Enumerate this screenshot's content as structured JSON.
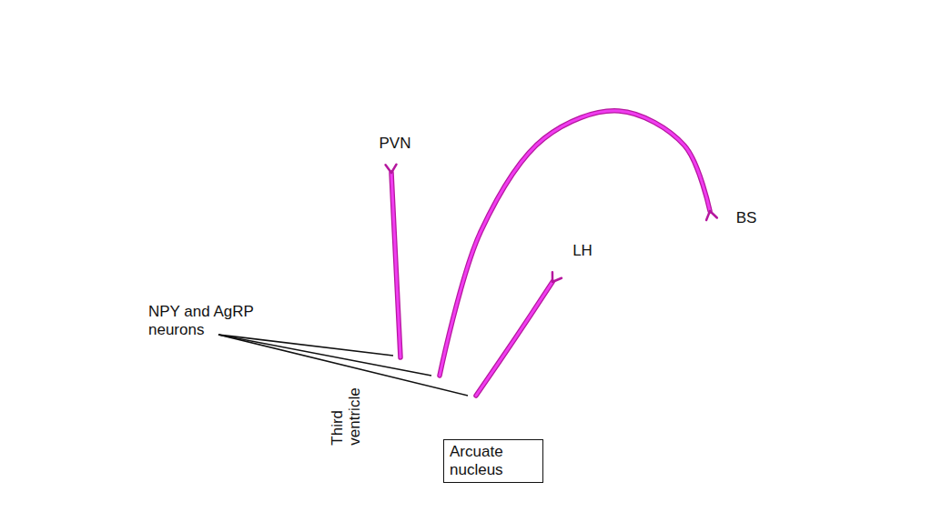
{
  "diagram": {
    "nodes": [
      {
        "text": [
          "PVN"
        ]
      },
      {
        "text": [
          "LH"
        ]
      },
      {
        "text": [
          "BS"
        ]
      },
      {
        "text": [
          "Third ventricle"
        ]
      },
      {
        "text": [
          "Arcuate nucleus"
        ]
      }
    ],
    "edges": [
      {
        "from": 4,
        "to": 0,
        "arrow": "to"
      },
      {
        "from": 4,
        "to": 2,
        "arrow": "to"
      },
      {
        "from": 4,
        "to": 1,
        "arrow": "to"
      }
    ],
    "labels": [
      "NPY and AgRP neurons"
    ]
  }
}
